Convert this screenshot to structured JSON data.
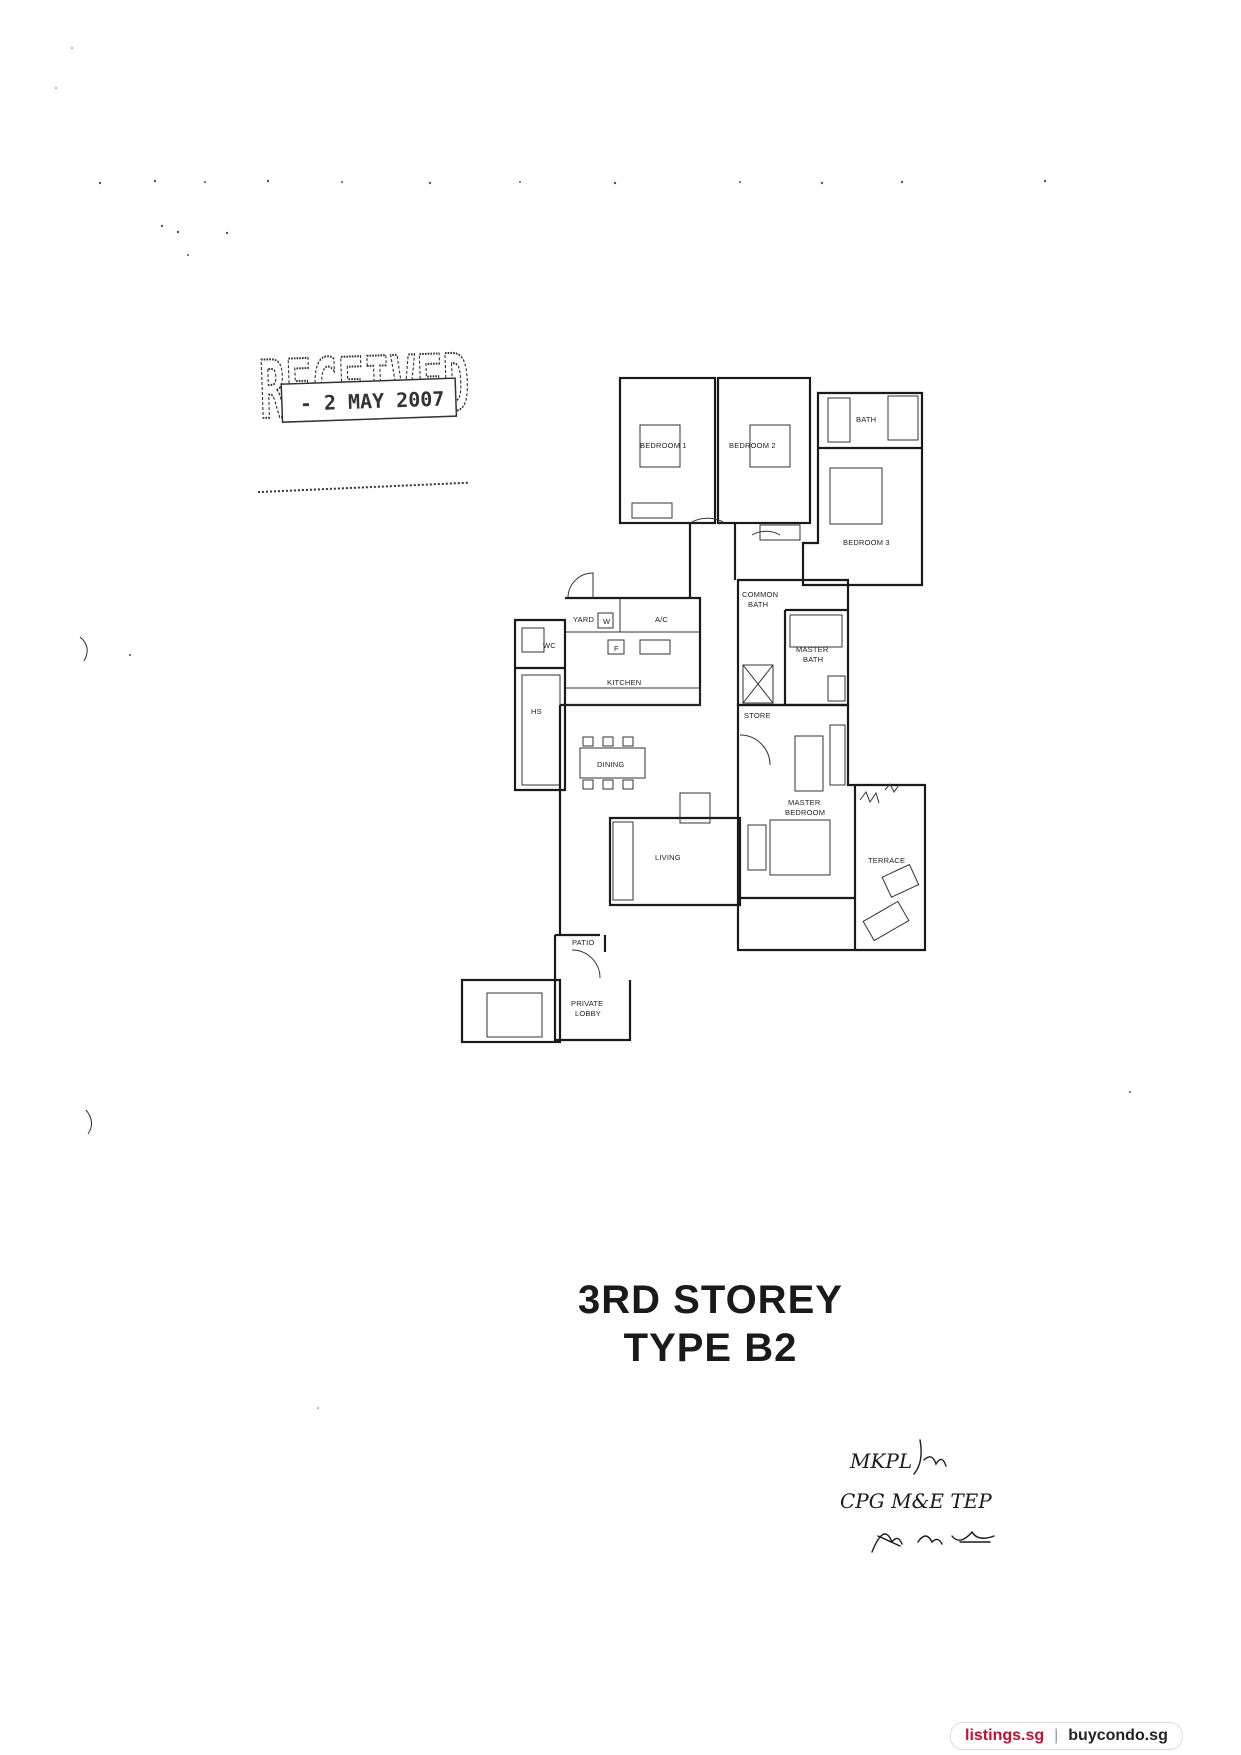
{
  "stamp": {
    "word": "RECEIVED",
    "date": "- 2 MAY 2007"
  },
  "rooms": {
    "bedroom1": "BEDROOM 1",
    "bedroom2": "BEDROOM 2",
    "bedroom3": "BEDROOM 3",
    "bath": "BATH",
    "common_bath_1": "COMMON",
    "common_bath_2": "BATH",
    "master_bath_1": "MASTER",
    "master_bath_2": "BATH",
    "yard": "YARD",
    "w": "W",
    "ac": "A/C",
    "f": "F",
    "wc": "WC",
    "kitchen": "KITCHEN",
    "hs": "HS",
    "store": "STORE",
    "dining": "DINING",
    "living": "LIVING",
    "master_bedroom_1": "MASTER",
    "master_bedroom_2": "BEDROOM",
    "terrace": "TERRACE",
    "patio": "PATIO",
    "private_lobby_1": "PRIVATE",
    "private_lobby_2": "LOBBY"
  },
  "title": {
    "line1": "3RD  STOREY",
    "line2": "TYPE B2"
  },
  "signature": {
    "line1": "MKPL",
    "line2": "CPG  M&E  TEP"
  },
  "footer": {
    "brand1": "listings.sg",
    "separator": "|",
    "brand2": "buycondo.sg"
  }
}
